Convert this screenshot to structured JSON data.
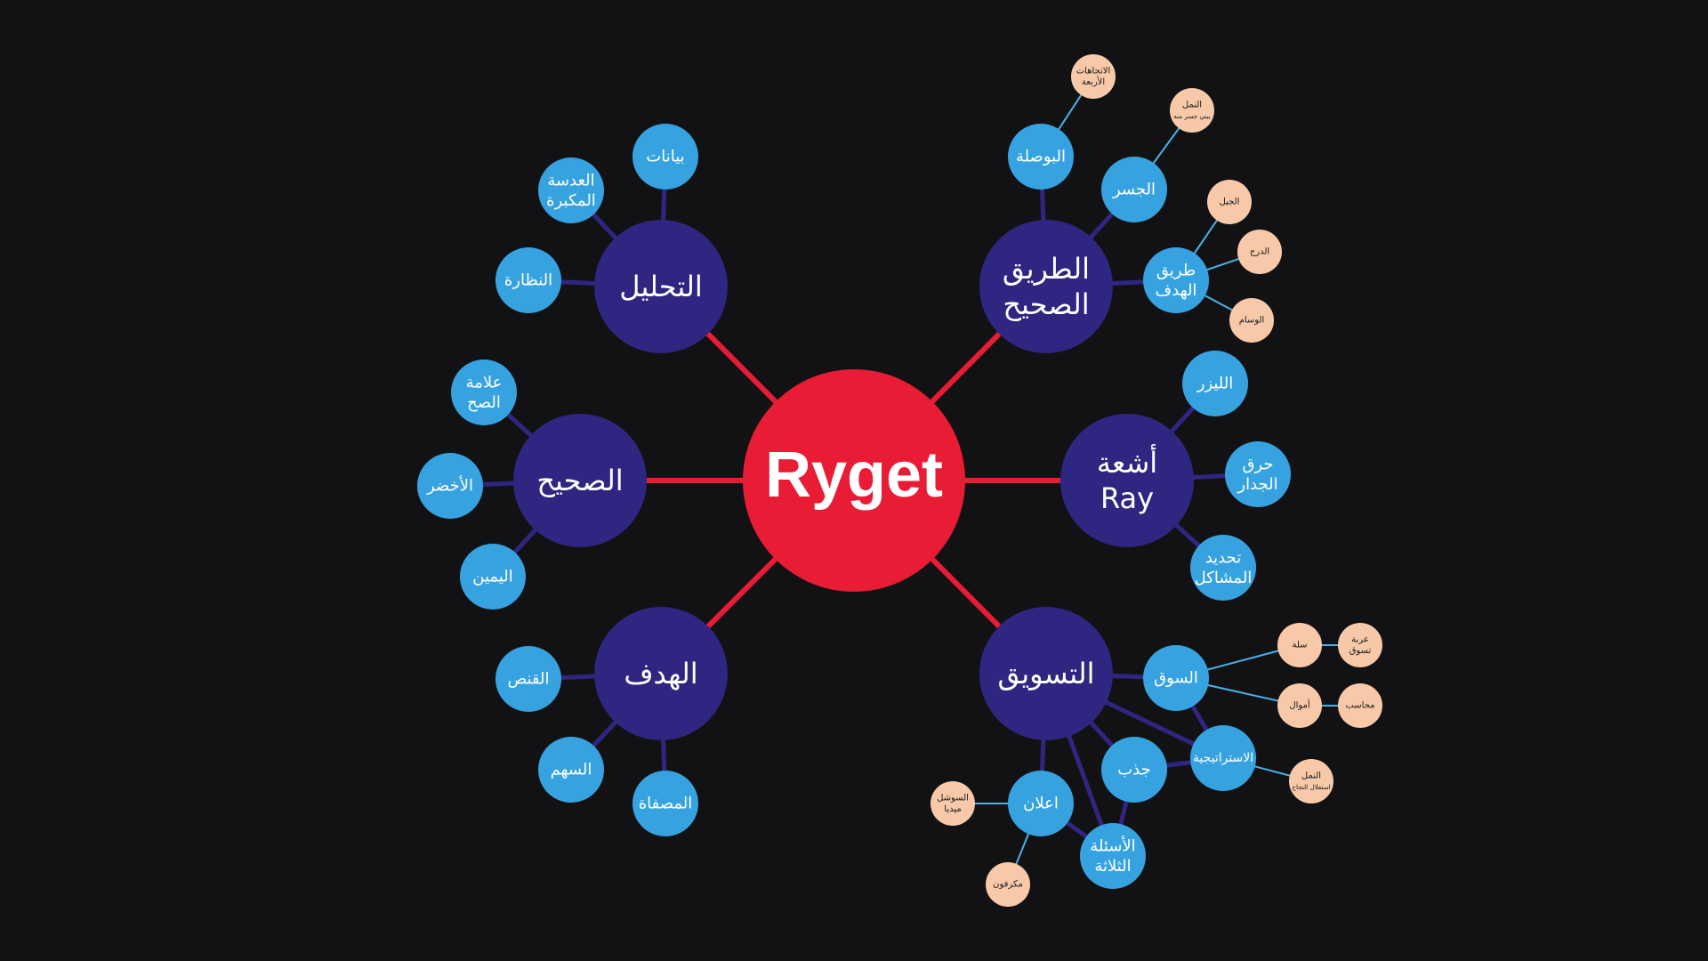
{
  "colors": {
    "background": "#121214",
    "center": "#e81c35",
    "main": "#2e2680",
    "sub": "#36a3e0",
    "leaf": "#f7c9a8",
    "link_center": "#e81c35",
    "link_main": "#2e2680",
    "link_leaf": "#49b2e6"
  },
  "center": {
    "label": "Ryget"
  },
  "branches": [
    {
      "id": "analysis",
      "label": [
        "التحليل"
      ],
      "children": [
        {
          "id": "data",
          "label": [
            "بيانات"
          ]
        },
        {
          "id": "magnifier",
          "label": [
            "العدسة",
            "المكبرة"
          ]
        },
        {
          "id": "glasses",
          "label": [
            "النظارة"
          ]
        }
      ]
    },
    {
      "id": "right-path",
      "label": [
        "الطريق",
        "الصحيح"
      ],
      "children": [
        {
          "id": "compass",
          "label": [
            "البوصلة"
          ],
          "children": [
            {
              "id": "four-directions",
              "label": [
                "الاتجاهات",
                "الأربعة"
              ]
            }
          ]
        },
        {
          "id": "bridge",
          "label": [
            "الجسر"
          ],
          "children": [
            {
              "id": "ant-bridge",
              "label": [
                "النمل",
                "يبني جسر منه"
              ]
            }
          ]
        },
        {
          "id": "goal-path",
          "label": [
            "طريق",
            "الهدف"
          ],
          "children": [
            {
              "id": "mountain",
              "label": [
                "الجبل"
              ]
            },
            {
              "id": "stairs",
              "label": [
                "الدرج"
              ]
            },
            {
              "id": "medal",
              "label": [
                "الوسام"
              ]
            }
          ]
        }
      ]
    },
    {
      "id": "correct",
      "label": [
        "الصحيح"
      ],
      "children": [
        {
          "id": "checkmark",
          "label": [
            "علامة",
            "الصح"
          ]
        },
        {
          "id": "green",
          "label": [
            "الأخضر"
          ]
        },
        {
          "id": "right",
          "label": [
            "اليمين"
          ]
        }
      ]
    },
    {
      "id": "ray",
      "label": [
        "أشعة",
        "Ray"
      ],
      "children": [
        {
          "id": "laser",
          "label": [
            "الليزر"
          ]
        },
        {
          "id": "wall-burn",
          "label": [
            "حرق",
            "الجدار"
          ]
        },
        {
          "id": "problems",
          "label": [
            "تحديد",
            "المشاكل"
          ]
        }
      ]
    },
    {
      "id": "target",
      "label": [
        "الهدف"
      ],
      "children": [
        {
          "id": "sniping",
          "label": [
            "القنص"
          ]
        },
        {
          "id": "arrow",
          "label": [
            "السهم"
          ]
        },
        {
          "id": "slingshot",
          "label": [
            "المصفاة"
          ]
        }
      ]
    },
    {
      "id": "marketing",
      "label": [
        "التسويق"
      ],
      "children": [
        {
          "id": "market",
          "label": [
            "السوق"
          ],
          "children": [
            {
              "id": "basket",
              "label": [
                "سلة"
              ]
            },
            {
              "id": "money",
              "label": [
                "أموال"
              ]
            }
          ]
        },
        {
          "id": "strategy",
          "label": [
            "الاستراتيجية"
          ],
          "children": [
            {
              "id": "ant-success",
              "label": [
                "النمل",
                "استغلال النجاح"
              ]
            }
          ]
        },
        {
          "id": "attract",
          "label": [
            "جذب"
          ]
        },
        {
          "id": "three-questions",
          "label": [
            "الأسئلة",
            "الثلاثة"
          ]
        },
        {
          "id": "ads",
          "label": [
            "اعلان"
          ],
          "children": [
            {
              "id": "social",
              "label": [
                "السوشل",
                "ميديا"
              ]
            },
            {
              "id": "microphone",
              "label": [
                "مكرفون"
              ]
            }
          ]
        }
      ]
    }
  ],
  "extra_leaves": [
    {
      "id": "shopping-cart",
      "label": [
        "عربة",
        "تسوق"
      ],
      "attached_to": "basket"
    },
    {
      "id": "accountant",
      "label": [
        "محاسب"
      ],
      "attached_to": "money"
    }
  ]
}
